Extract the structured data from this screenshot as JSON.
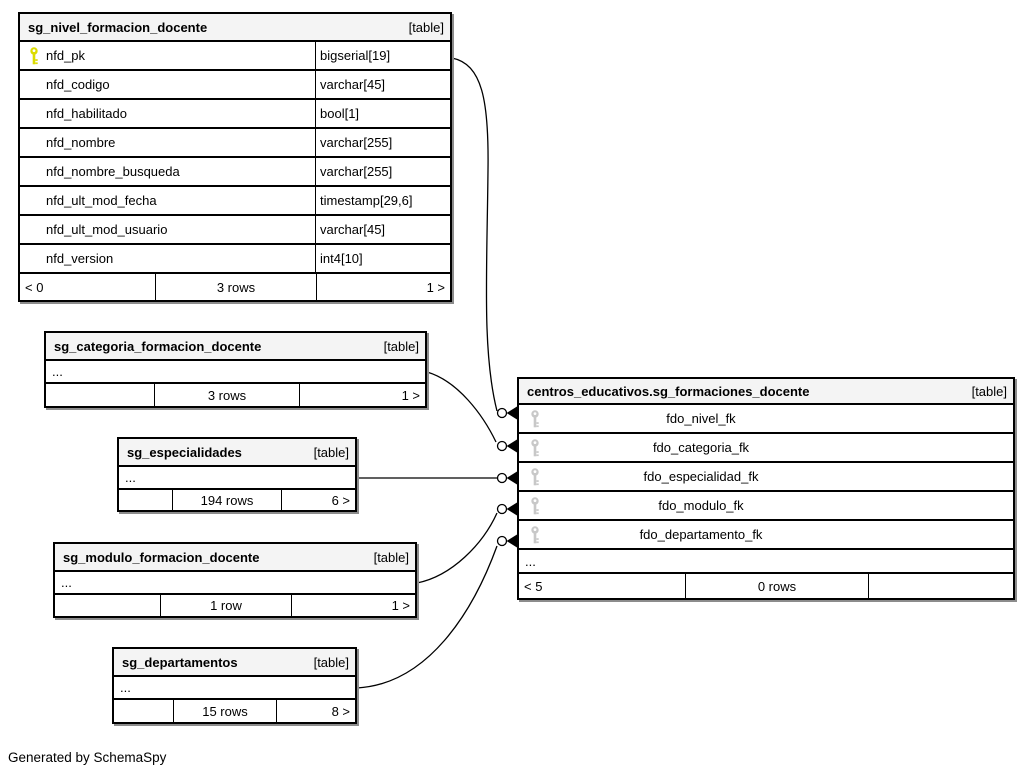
{
  "credit": "Generated by SchemaSpy",
  "colors": {
    "primary_key_icon": "#dcdc00",
    "foreign_key_icon": "#c8c8c8",
    "table_header_bg": "#f4f4f4",
    "border": "#000000",
    "shadow": "#8c8c8c"
  },
  "tables": {
    "nivel": {
      "title": "sg_nivel_formacion_docente",
      "badge": "[table]",
      "columns": [
        {
          "name": "nfd_pk",
          "type": "bigserial[19]"
        },
        {
          "name": "nfd_codigo",
          "type": "varchar[45]"
        },
        {
          "name": "nfd_habilitado",
          "type": "bool[1]"
        },
        {
          "name": "nfd_nombre",
          "type": "varchar[255]"
        },
        {
          "name": "nfd_nombre_busqueda",
          "type": "varchar[255]"
        },
        {
          "name": "nfd_ult_mod_fecha",
          "type": "timestamp[29,6]"
        },
        {
          "name": "nfd_ult_mod_usuario",
          "type": "varchar[45]"
        },
        {
          "name": "nfd_version",
          "type": "int4[10]"
        }
      ],
      "footer": {
        "left": "< 0",
        "center": "3 rows",
        "right": "1 >"
      }
    },
    "categoria": {
      "title": "sg_categoria_formacion_docente",
      "badge": "[table]",
      "ellipsis": "...",
      "footer": {
        "left": "",
        "center": "3 rows",
        "right": "1 >"
      }
    },
    "especialidades": {
      "title": "sg_especialidades",
      "badge": "[table]",
      "ellipsis": "...",
      "footer": {
        "left": "",
        "center": "194 rows",
        "right": "6 >"
      }
    },
    "modulo": {
      "title": "sg_modulo_formacion_docente",
      "badge": "[table]",
      "ellipsis": "...",
      "footer": {
        "left": "",
        "center": "1 row",
        "right": "1 >"
      }
    },
    "departamentos": {
      "title": "sg_departamentos",
      "badge": "[table]",
      "ellipsis": "...",
      "footer": {
        "left": "",
        "center": "15 rows",
        "right": "8 >"
      }
    },
    "formaciones": {
      "title": "centros_educativos.sg_formaciones_docente",
      "badge": "[table]",
      "fk_columns": [
        {
          "name": "fdo_nivel_fk"
        },
        {
          "name": "fdo_categoria_fk"
        },
        {
          "name": "fdo_especialidad_fk"
        },
        {
          "name": "fdo_modulo_fk"
        },
        {
          "name": "fdo_departamento_fk"
        }
      ],
      "ellipsis": "...",
      "footer": {
        "left": "< 5",
        "center": "0 rows",
        "right": ""
      }
    }
  }
}
